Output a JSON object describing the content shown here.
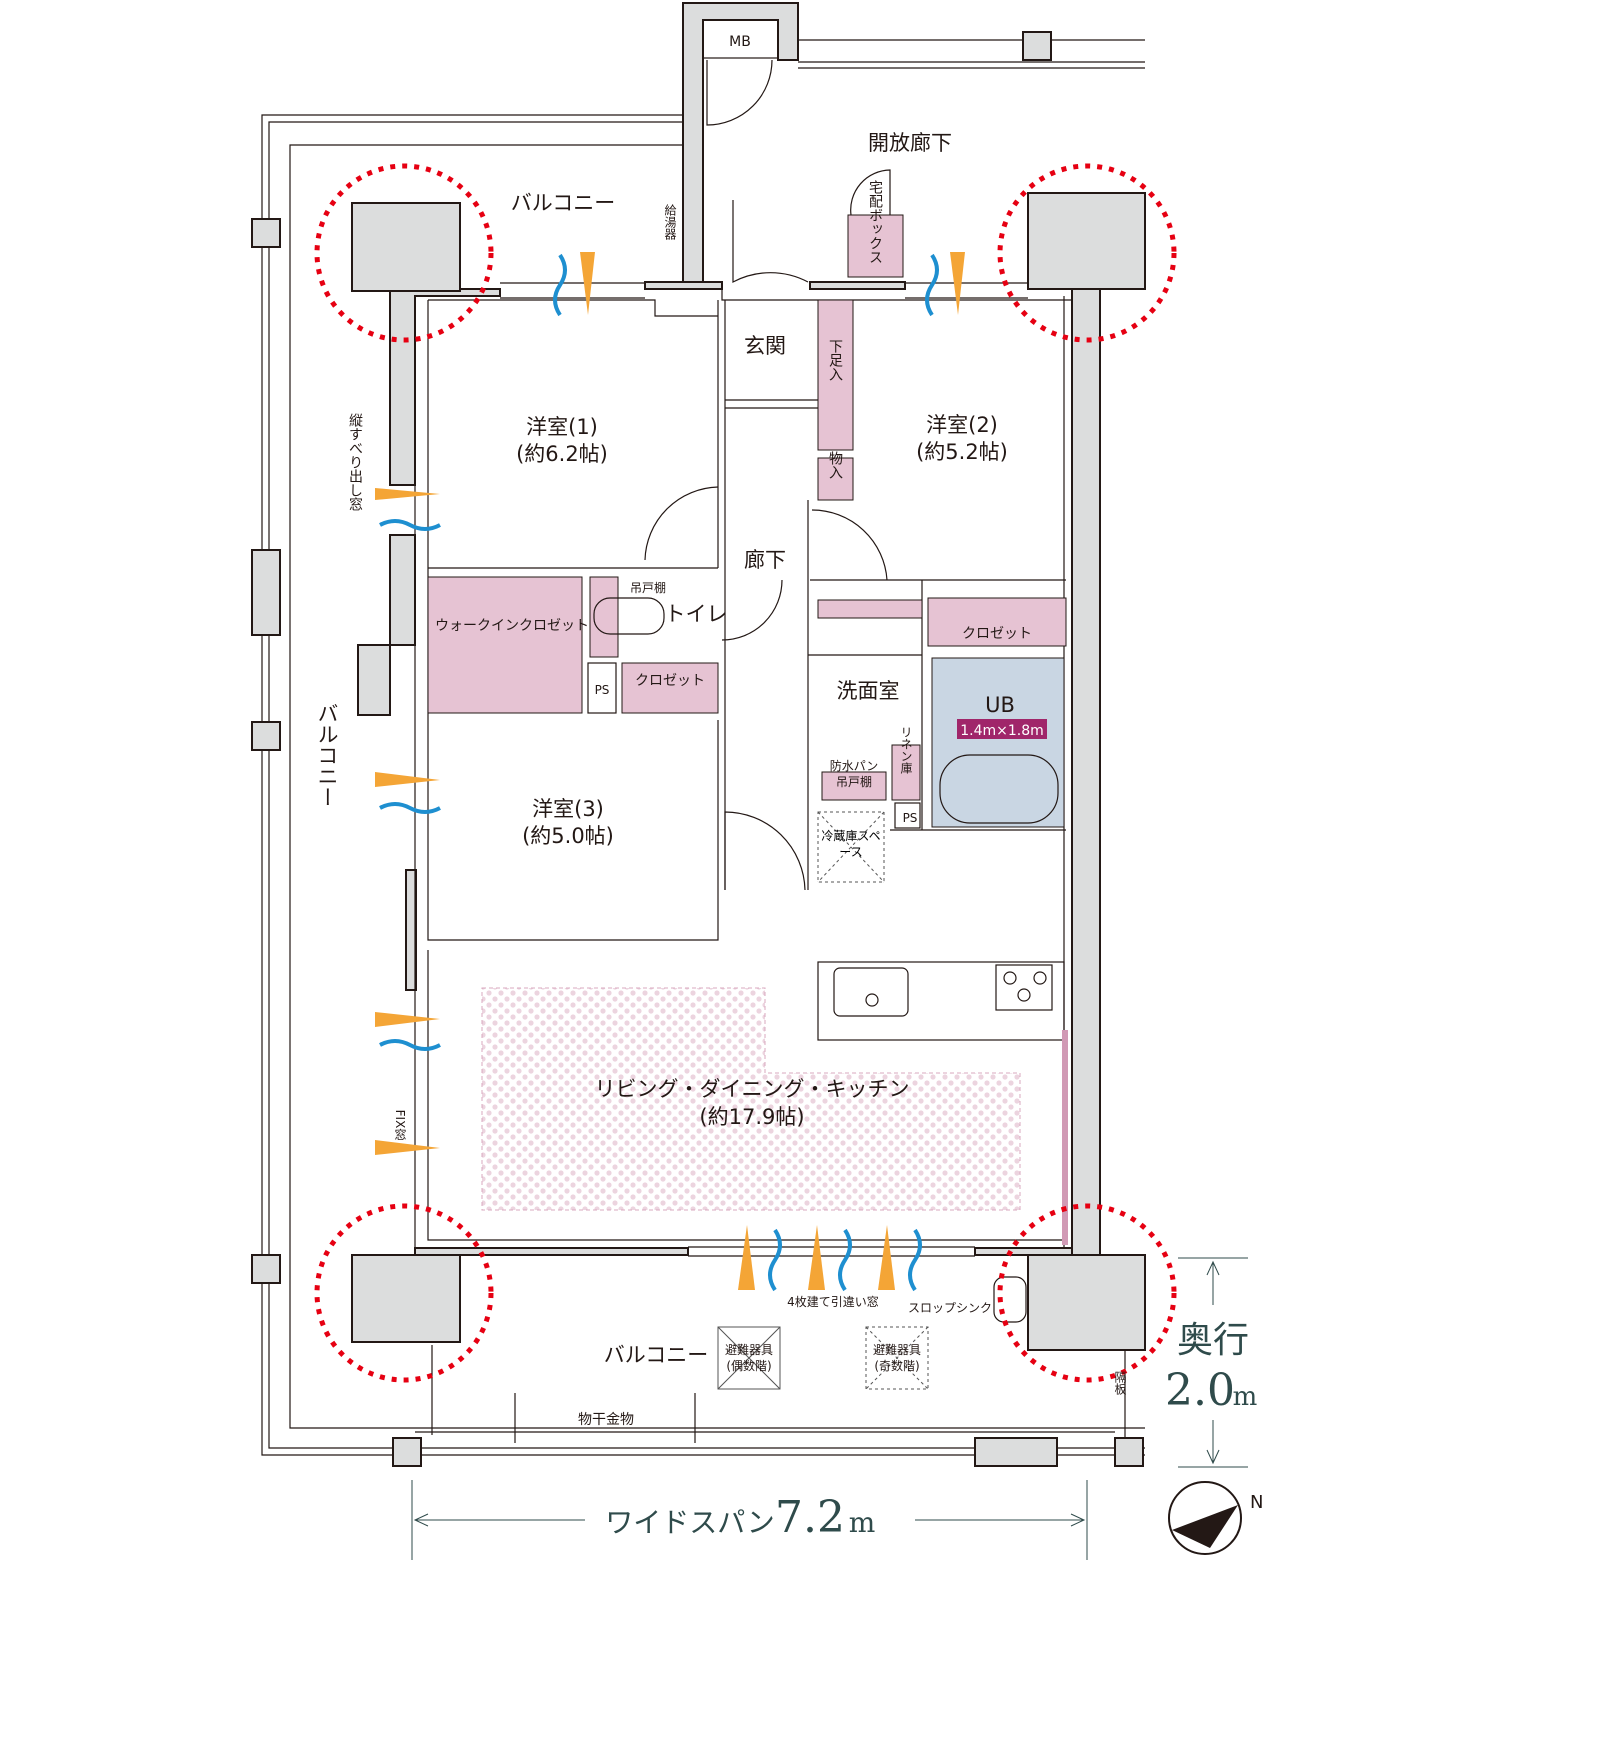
{
  "plan": {
    "mb": "MB",
    "open_corridor": "開放廊下",
    "balcony_top": "バルコニー",
    "balcony_left": "バルコニー",
    "balcony_bottom": "バルコニー",
    "water_heater": "給湯器",
    "delivery_box": "宅配ボックス",
    "entrance": "玄関",
    "shoe_closet": "下足入",
    "storage": "物入",
    "hallway": "廊下",
    "bedroom1": {
      "name": "洋室(1)",
      "size": "(約6.2帖)"
    },
    "bedroom2": {
      "name": "洋室(2)",
      "size": "(約5.2帖)"
    },
    "bedroom3": {
      "name": "洋室(3)",
      "size": "(約5.0帖)"
    },
    "ldk": {
      "name": "リビング・ダイニング・キッチン",
      "size": "(約17.9帖)"
    },
    "vertical_window": "縦すべり出し窓",
    "walk_in_closet": "ウォークインクロゼット",
    "hanging_shelf_toilet": "吊戸棚",
    "toilet": "トイレ",
    "ps1": "PS",
    "ps2": "PS",
    "closet1": "クロゼット",
    "closet2": "クロゼット",
    "washroom": "洗面室",
    "ub": "UB",
    "ub_size": "1.4m×1.8m",
    "waterproof_pan": "防水パン",
    "hanging_shelf_wash": "吊戸棚",
    "linen": "リネン庫",
    "fridge": "冷蔵庫スペース",
    "fix_window": "FIX窓",
    "sliding_window": "4枚建て引違い窓",
    "slop_sink": "スロップシンク",
    "evac_even": {
      "name": "避難器具",
      "note": "(偶数階)"
    },
    "evac_odd": {
      "name": "避難器具",
      "note": "(奇数階)"
    },
    "drying_hardware": "物干金物",
    "partition": "隔板"
  },
  "dimensions": {
    "depth_label": "奥行",
    "depth_value": "2.0",
    "depth_unit": "m",
    "span_label": "ワイドスパン",
    "span_value": "7.2",
    "span_unit": "m"
  },
  "compass": {
    "north": "N"
  },
  "colors": {
    "wall": "#dcdddd",
    "pink": "#e6c3d3",
    "ub": "#c9d6e3",
    "red_circle": "#e60012",
    "accent_magenta": "#a0266a",
    "wind_orange": "#f4a536",
    "wind_blue": "#1e8fd0"
  }
}
